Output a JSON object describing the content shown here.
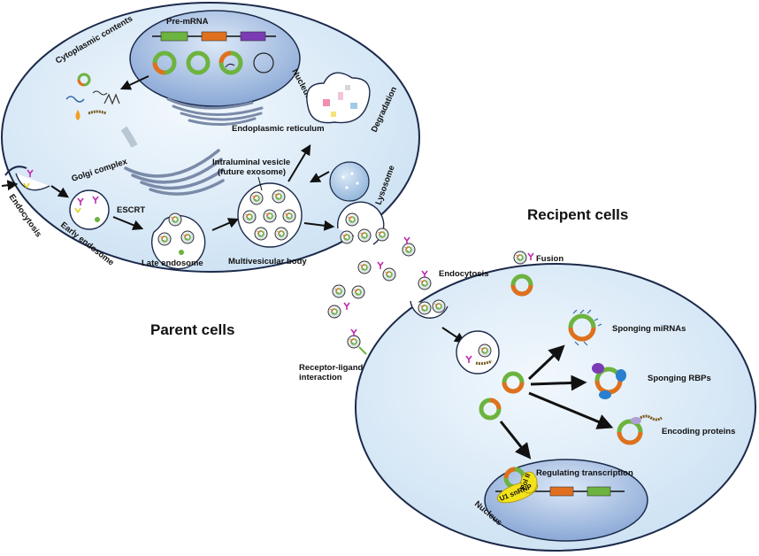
{
  "labels": {
    "pre_mrna": "Pre-mRNA",
    "nucleus": "Nucleus",
    "cytoplasmic_contents": "Cytoplasmic contents",
    "endoplasmic_reticulum": "Endoplasmic reticulum",
    "golgi_complex": "Golgi complex",
    "degradation": "Degradation",
    "intraluminal_vesicle_1": "Intraluminal vesicle",
    "intraluminal_vesicle_2": "(future exosome)",
    "lysosome": "Lysosome",
    "endocytosis": "Endocytosis",
    "early_endosome": "Early endosome",
    "escrt": "ESCRT",
    "late_endosome": "Late endosome",
    "multivesicular_body": "Multivesicular body",
    "parent_cells": "Parent cells",
    "recipient_cells": "Recipent cells",
    "fusion": "Fusion",
    "endocytosis_recipient": "Endocytosis",
    "sponging_mirnas": "Sponging miRNAs",
    "sponging_rbps": "Sponging RBPs",
    "encoding_proteins": "Encoding proteins",
    "receptor_ligand_1": "Receptor-ligand",
    "receptor_ligand_2": "interaction",
    "regulating_transcription": "Regulating  transcription",
    "nucleus_recipient": "Nucleus",
    "u1_snrnp": "U1 snRNP",
    "pol_ii": "Pol II"
  },
  "colors": {
    "cell_fill": "#dcecf8",
    "cell_stroke": "#1c2a4a",
    "nucleus_fill": "#9bb6de",
    "circ_green": "#6db33f",
    "circ_orange": "#e0701e",
    "exon_purple": "#7a3bb5",
    "u1_yellow": "#f2e21a"
  }
}
